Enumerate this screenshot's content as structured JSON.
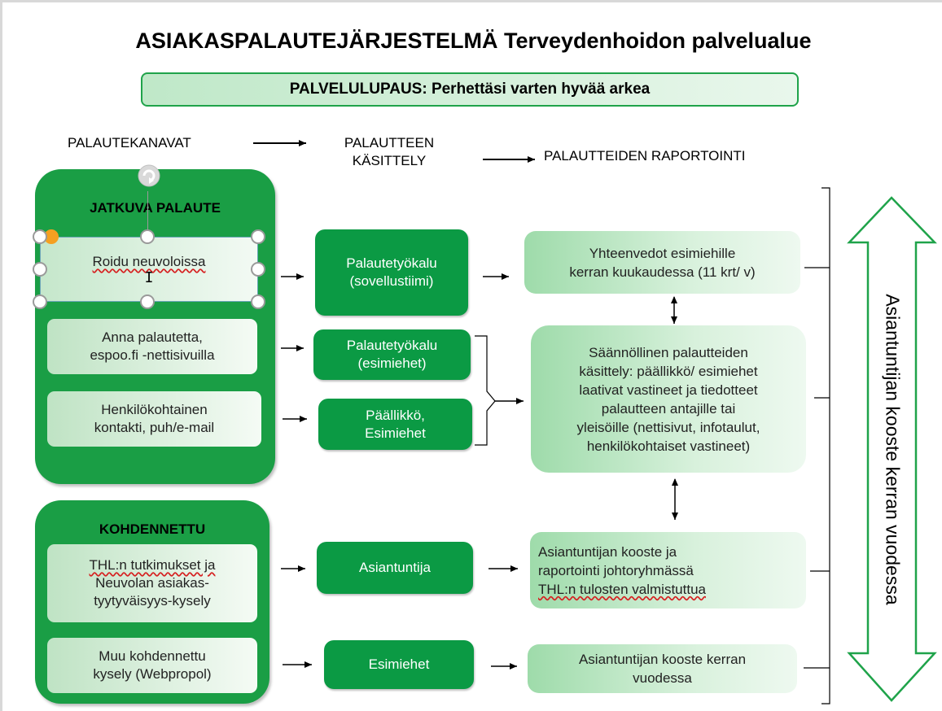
{
  "title": "ASIAKASPALAUTEJÄRJESTELMÄ Terveydenhoidon palvelualue",
  "promise": "PALVELULUPAUS: Perhettäsi varten hyvää arkea",
  "headers": {
    "channels": "PALAUTEKANAVAT",
    "handling_line1": "PALAUTTEEN",
    "handling_line2": "KÄSITTELY",
    "reporting": "PALAUTTEIDEN RAPORTOINTI"
  },
  "continuous": {
    "title": "JATKUVA PALAUTE",
    "items": [
      {
        "line1": "Roidu neuvoloissa",
        "line2": ""
      },
      {
        "line1": "Anna palautetta,",
        "line2": "espoo.fi -nettisivuilla"
      },
      {
        "line1": "Henkilökohtainen",
        "line2": "kontakti, puh/e-mail"
      }
    ]
  },
  "targeted": {
    "title": "KOHDENNETTU",
    "items": [
      {
        "line1": "THL:n tutkimukset ja",
        "line2": "Neuvolan asiakas-",
        "line3": "tyytyväisyys-kysely"
      },
      {
        "line1": "Muu kohdennettu",
        "line2": "kysely (Webpropol)"
      }
    ]
  },
  "handling": [
    {
      "line1": "Palautetyökalu",
      "line2": "(sovellustiimi)"
    },
    {
      "line1": "Palautetyökalu",
      "line2": "(esimiehet)"
    },
    {
      "line1": "Päällikkö,",
      "line2": "Esimiehet"
    },
    {
      "line1": "Asiantuntija"
    },
    {
      "line1": "Esimiehet"
    }
  ],
  "reporting": [
    {
      "line1": "Yhteenvedot  esimiehille",
      "line2": "kerran kuukaudessa  (11 krt/ v)"
    },
    {
      "lines": [
        "Säännöllinen palautteiden",
        "käsittely: päällikkö/ esimiehet",
        "laativat vastineet ja tiedotteet",
        "palautteen antajille tai",
        "yleisöille (nettisivut, infotaulut,",
        "henkilökohtaiset vastineet)"
      ]
    },
    {
      "line1": "Asiantuntijan  kooste ja",
      "line2": "raportointi johtoryhmässä",
      "line3": "THL:n tulosten valmistuttua"
    },
    {
      "line1": "Asiantuntijan  kooste kerran",
      "line2": "vuodessa"
    }
  ],
  "side_label": "Asiantuntijan  kooste kerran vuodessa",
  "colors": {
    "dark_green": "#0b9a44",
    "group_green": "#1a9e45",
    "outline_green": "#1fa34a",
    "light_green": "#bfe3c4",
    "selection_handle": "#f5a021"
  },
  "icons": [
    "rotate-handle-icon",
    "resize-handle-icon",
    "text-cursor-icon",
    "double-arrow-icon"
  ]
}
